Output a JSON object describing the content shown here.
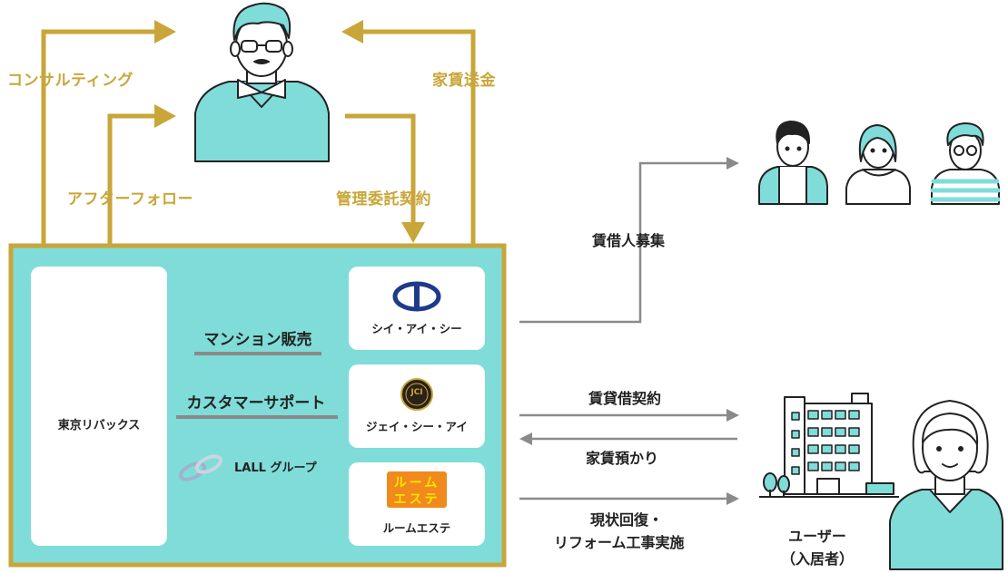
{
  "flows": {
    "consulting": "コンサルティング",
    "rent_remittance": "家賃送金",
    "after_follow": "アフターフォロー",
    "management_contract": "管理委託契約",
    "tenant_recruitment": "賃借人募集",
    "lease_contract": "賃貸借契約",
    "rent_deposit": "家賃預かり",
    "restoration_line1": "現状回復・",
    "restoration_line2": "リフォーム工事実施"
  },
  "group": {
    "main_company": "東京リバックス",
    "service_condo_sales": "マンション販売",
    "service_customer_support": "カスタマーサポート",
    "group_name": "LALL グループ",
    "companies": [
      {
        "name": "シイ・アイ・シー"
      },
      {
        "name": "ジェイ・シー・アイ",
        "logo_text": "JCI"
      },
      {
        "name": "ルームエステ",
        "logo_line1": "ルーム",
        "logo_line2": "エステ"
      }
    ]
  },
  "user": {
    "label_line1": "ユーザー",
    "label_line2": "（入居者）"
  },
  "colors": {
    "gold": "#c9a639",
    "teal": "#7fdcd9",
    "gray_arrow": "#8a8a8a",
    "dark": "#222222"
  }
}
